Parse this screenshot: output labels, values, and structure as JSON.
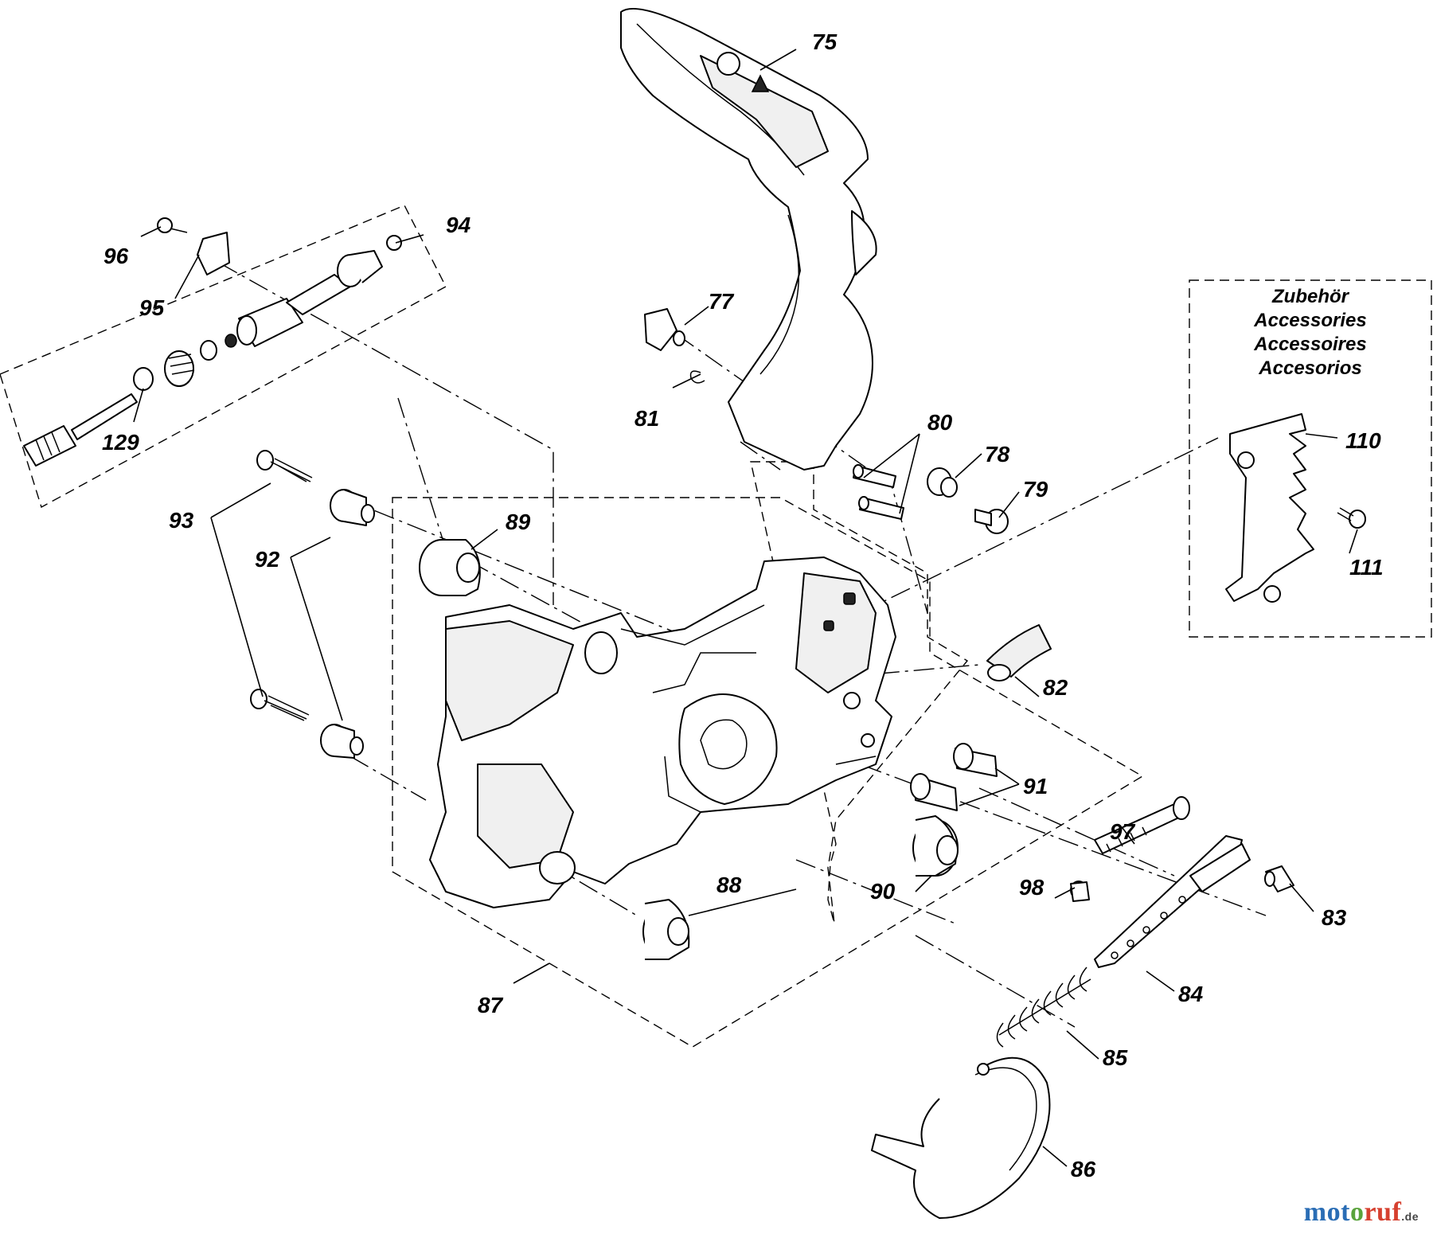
{
  "diagram": {
    "callouts": [
      "75",
      "77",
      "81",
      "80",
      "78",
      "79",
      "94",
      "96",
      "95",
      "129",
      "93",
      "92",
      "89",
      "87",
      "88",
      "90",
      "91",
      "97",
      "98",
      "83",
      "84",
      "85",
      "86",
      "82",
      "110",
      "111"
    ],
    "accessories_box": {
      "lines": [
        "Zubehör",
        "Accessories",
        "Accessoires",
        "Accesorios"
      ]
    }
  },
  "watermark": {
    "part1": "mot",
    "part2": "o",
    "part3": "ruf",
    "tld": ".de"
  },
  "colors": {
    "line": "#000000",
    "background": "#ffffff",
    "watermark_blue": "#2a6db5",
    "watermark_green": "#5aa33c",
    "watermark_red": "#d6402f"
  }
}
